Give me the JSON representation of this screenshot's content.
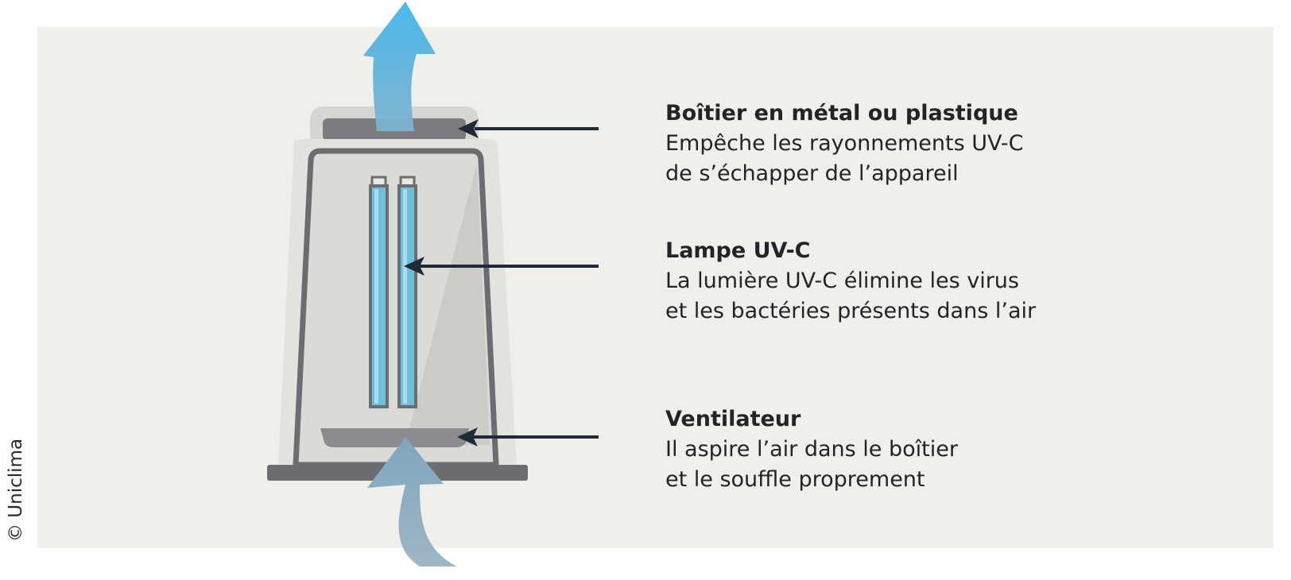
{
  "credit": "© Uniclima",
  "colors": {
    "panel_background": "#efefec",
    "casing_outer": "#e2e2de",
    "casing_outline": "#6b6d70",
    "uv_tube": "#6cc0dc",
    "airflow_in": "#8fb0c2",
    "airflow_out": "#49b6e4",
    "pointer_arrow": "#1e2a36",
    "text": "#222426"
  },
  "components": [
    {
      "title": "Boîtier en métal ou plastique",
      "lines": [
        "Empêche les rayonnements UV-C",
        "de s’échapper de l’appareil"
      ]
    },
    {
      "title": "Lampe UV-C",
      "lines": [
        "La lumière UV-C élimine les virus",
        "et les bactéries présents dans l’air"
      ]
    },
    {
      "title": "Ventilateur",
      "lines": [
        "Il aspire l’air dans le boîtier",
        "et le souffle proprement"
      ]
    }
  ]
}
